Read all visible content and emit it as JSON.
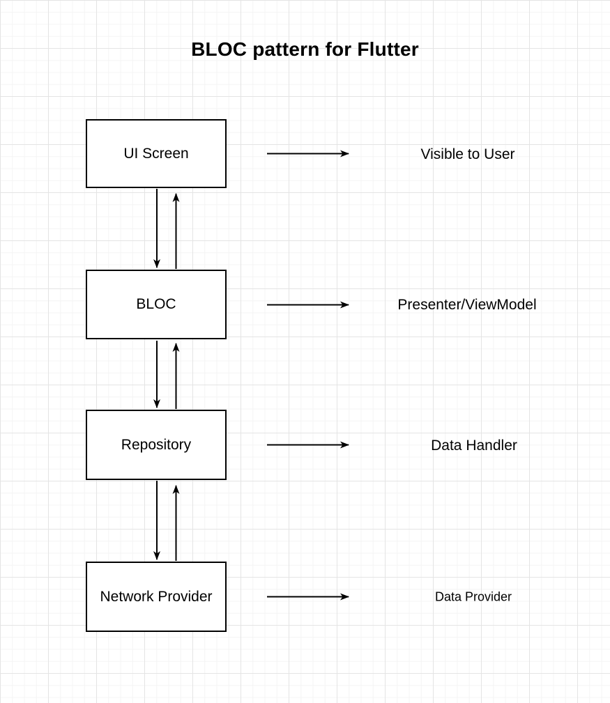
{
  "title": "BLOC pattern for Flutter",
  "diagram": {
    "nodes": [
      {
        "id": "ui-screen",
        "label": "UI Screen",
        "annotation": "Visible to User"
      },
      {
        "id": "bloc",
        "label": "BLOC",
        "annotation": "Presenter/ViewModel"
      },
      {
        "id": "repository",
        "label": "Repository",
        "annotation": "Data Handler"
      },
      {
        "id": "network-provider",
        "label": "Network Provider",
        "annotation": "Data Provider"
      }
    ],
    "edges": [
      {
        "from": "ui-screen",
        "to": "bloc",
        "style": "bidirectional"
      },
      {
        "from": "bloc",
        "to": "repository",
        "style": "bidirectional"
      },
      {
        "from": "repository",
        "to": "network-provider",
        "style": "bidirectional"
      },
      {
        "from": "ui-screen",
        "to": "annotation",
        "style": "arrow-right"
      },
      {
        "from": "bloc",
        "to": "annotation",
        "style": "arrow-right"
      },
      {
        "from": "repository",
        "to": "annotation",
        "style": "arrow-right"
      },
      {
        "from": "network-provider",
        "to": "annotation",
        "style": "arrow-right"
      }
    ],
    "colors": {
      "stroke": "#000000",
      "node_fill": "#ffffff",
      "text": "#000000",
      "background": "#ffffff",
      "grid_minor": "#f4f4f4",
      "grid_major": "#e4e4e4"
    }
  }
}
